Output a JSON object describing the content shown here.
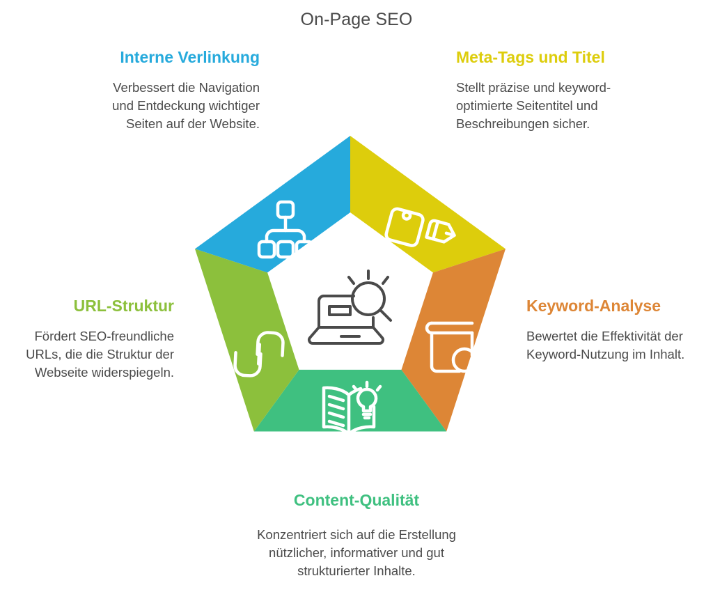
{
  "title": "On-Page SEO",
  "colors": {
    "blue": "#26AADC",
    "yellow": "#DDCD0C",
    "orange": "#DD8636",
    "emerald": "#3FC080",
    "olive": "#8CC03C",
    "text": "#4a4a4a",
    "icon_center": "#4a4a4a",
    "background": "#ffffff"
  },
  "center": {
    "icon": "laptop-search-icon"
  },
  "segments": [
    {
      "id": "internal-links",
      "position": "top-left",
      "heading": "Interne Verlinkung",
      "body": "Verbessert die Navigation und Entdeckung wichtiger Seiten auf der Website.",
      "color": "#26AADC",
      "icon": "sitemap-icon"
    },
    {
      "id": "meta-tags",
      "position": "top-right",
      "heading": "Meta-Tags und Titel",
      "body": "Stellt präzise und keyword-optimierte Seitentitel und Beschreibungen sicher.",
      "color": "#DDCD0C",
      "icon": "tag-pencil-icon"
    },
    {
      "id": "keyword-analysis",
      "position": "right",
      "heading": "Keyword-Analyse",
      "body": "Bewertet die Effektivität der Keyword-Nutzung im Inhalt.",
      "color": "#DD8636",
      "icon": "book-search-icon"
    },
    {
      "id": "content-quality",
      "position": "bottom",
      "heading": "Content-Qualität",
      "body": "Konzentriert sich auf die Erstellung nützlicher, informativer und gut strukturierter Inhalte.",
      "color": "#3FC080",
      "icon": "book-lightbulb-icon"
    },
    {
      "id": "url-structure",
      "position": "left",
      "heading": "URL-Struktur",
      "body": "Fördert SEO-freundliche URLs, die die Struktur der Webseite widerspiegeln.",
      "color": "#8CC03C",
      "icon": "link-chain-icon"
    }
  ]
}
